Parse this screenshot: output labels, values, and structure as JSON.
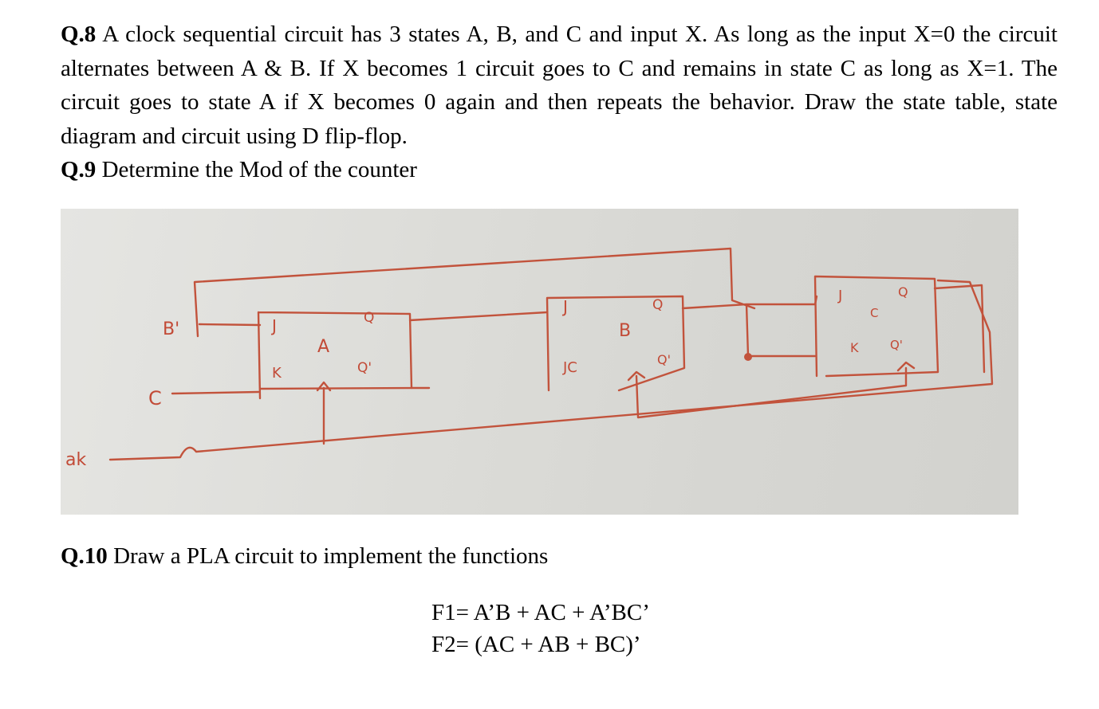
{
  "q8": {
    "number": "Q.8",
    "text": " A clock sequential circuit has 3 states A, B, and C and input X. As long as the input X=0 the circuit alternates between A & B. If X becomes 1 circuit goes to C and remains in state C as long as X=1. The circuit goes to state A if X becomes 0 again and then repeats the behavior. Draw the state table, state diagram and circuit using D flip-flop."
  },
  "q9": {
    "number": "Q.9",
    "text": " Determine the Mod of the counter"
  },
  "figure": {
    "ff1": {
      "name": "A",
      "j": "J",
      "k": "K",
      "q": "Q",
      "qbar": "Q'"
    },
    "ff2": {
      "name": "B",
      "j": "J",
      "k": "JC",
      "q": "Q",
      "qbar": "Q'"
    },
    "ff3": {
      "name": "C",
      "j": "J",
      "k": "K",
      "q": "Q",
      "qbar": "Q'"
    },
    "label_bprime": "B'",
    "label_c": "C",
    "label_clk": "ak"
  },
  "q10": {
    "number": "Q.10",
    "text": " Draw a PLA circuit to implement the functions"
  },
  "functions": {
    "f1": "F1= A’B + AC + A’BC’",
    "f2": "F2= (AC + AB + BC)’"
  }
}
